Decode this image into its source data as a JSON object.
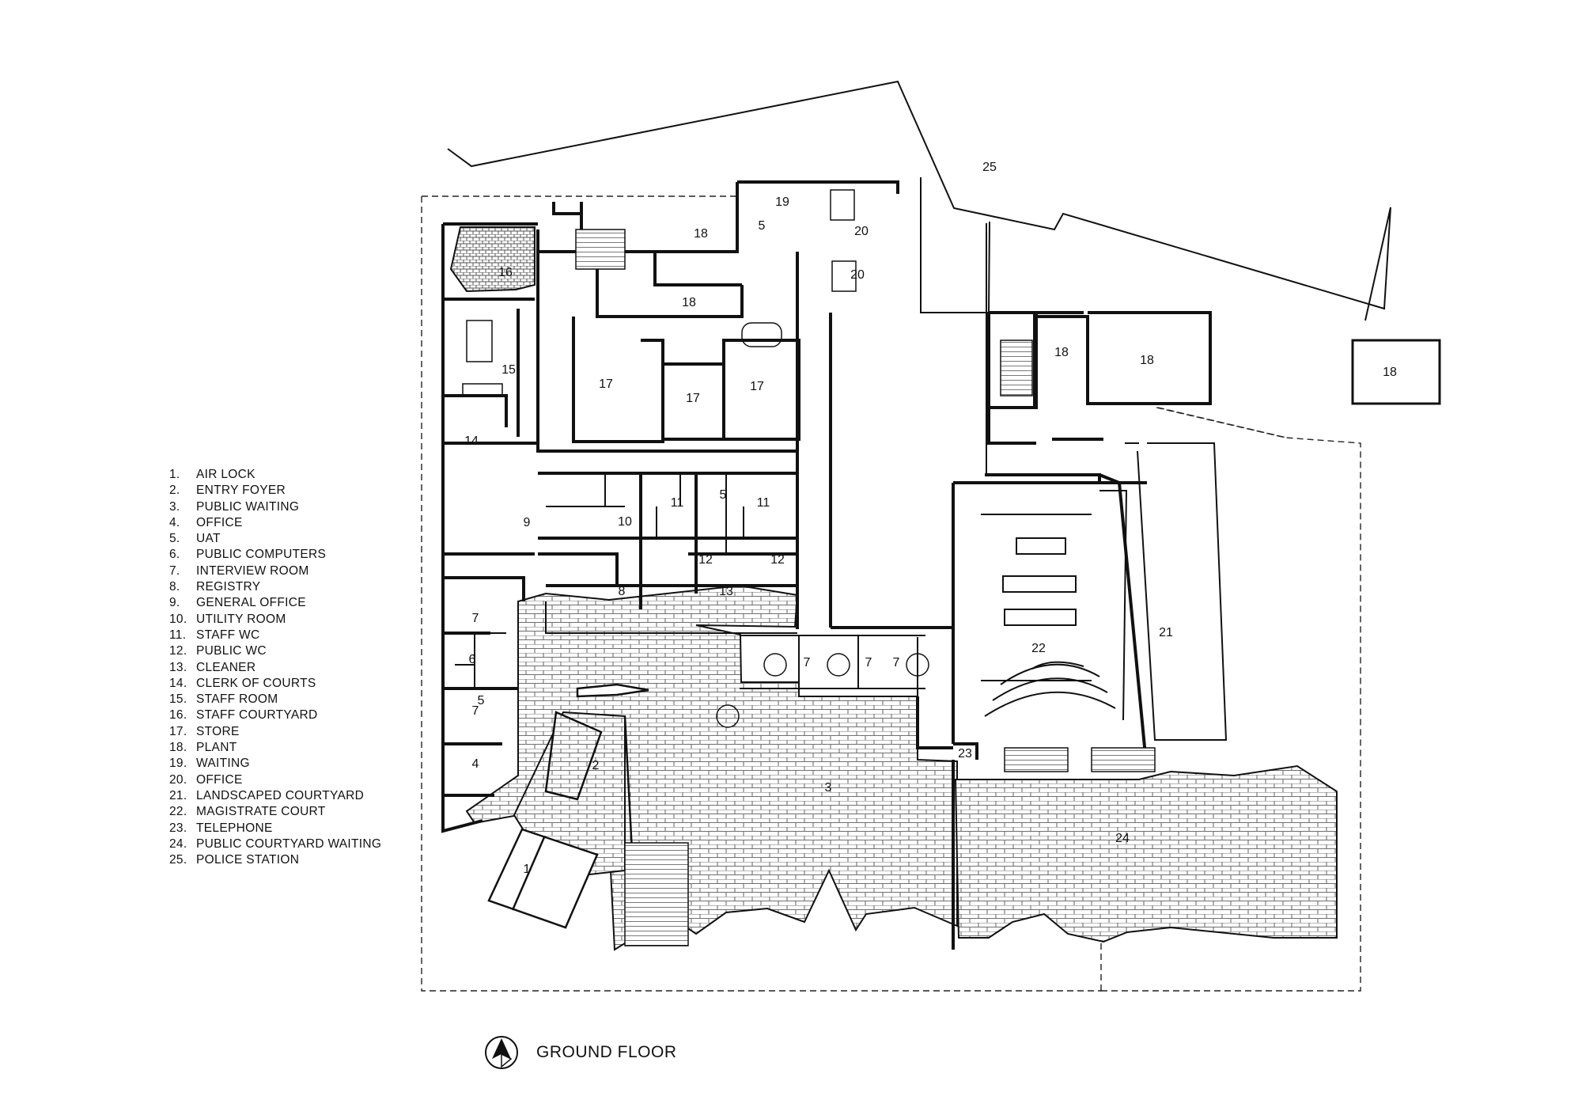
{
  "legend": [
    {
      "num": "1.",
      "label": "AIR LOCK"
    },
    {
      "num": "2.",
      "label": "ENTRY FOYER"
    },
    {
      "num": "3.",
      "label": "PUBLIC WAITING"
    },
    {
      "num": "4.",
      "label": "OFFICE"
    },
    {
      "num": "5.",
      "label": "UAT"
    },
    {
      "num": "6.",
      "label": "PUBLIC COMPUTERS"
    },
    {
      "num": "7.",
      "label": "INTERVIEW ROOM"
    },
    {
      "num": "8.",
      "label": "REGISTRY"
    },
    {
      "num": "9.",
      "label": "GENERAL OFFICE"
    },
    {
      "num": "10.",
      "label": "UTILITY ROOM"
    },
    {
      "num": "11.",
      "label": "STAFF WC"
    },
    {
      "num": "12.",
      "label": "PUBLIC WC"
    },
    {
      "num": "13.",
      "label": "CLEANER"
    },
    {
      "num": "14.",
      "label": "CLERK OF COURTS"
    },
    {
      "num": "15.",
      "label": "STAFF ROOM"
    },
    {
      "num": "16.",
      "label": "STAFF COURTYARD"
    },
    {
      "num": "17.",
      "label": "STORE"
    },
    {
      "num": "18.",
      "label": "PLANT"
    },
    {
      "num": "19.",
      "label": "WAITING"
    },
    {
      "num": "20.",
      "label": "OFFICE"
    },
    {
      "num": "21.",
      "label": "LANDSCAPED COURTYARD"
    },
    {
      "num": "22.",
      "label": "MAGISTRATE COURT"
    },
    {
      "num": "23.",
      "label": "TELEPHONE"
    },
    {
      "num": "24.",
      "label": "PUBLIC COURTYARD WAITING"
    },
    {
      "num": "25.",
      "label": "POLICE STATION"
    }
  ],
  "room_tags": [
    "1",
    "2",
    "3",
    "4",
    "5",
    "5",
    "5",
    "6",
    "7",
    "7",
    "7",
    "7",
    "7",
    "8",
    "9",
    "10",
    "11",
    "11",
    "12",
    "12",
    "13",
    "14",
    "15",
    "16",
    "17",
    "17",
    "17",
    "18",
    "18",
    "18",
    "18",
    "18",
    "19",
    "20",
    "20",
    "21",
    "22",
    "23",
    "24",
    "25"
  ],
  "title": "GROUND FLOOR",
  "north_arrow_icon": "north-arrow-icon",
  "colors": {
    "line": "#111111",
    "paving": "#8a8a8a",
    "background": "#ffffff"
  }
}
